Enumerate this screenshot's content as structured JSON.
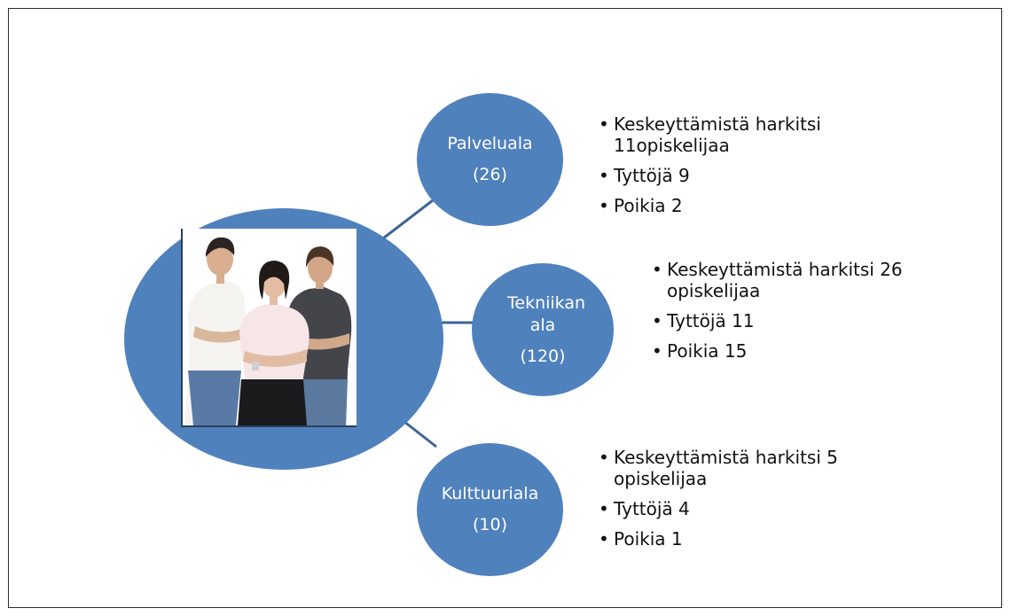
{
  "colors": {
    "ellipse_fill": "#4f81bd",
    "connector": "#3c6494",
    "text_on_ellipse": "#ffffff"
  },
  "center": {
    "image": "group-of-three-students-photo"
  },
  "branches": [
    {
      "name": "Palveluala",
      "count": "(26)",
      "bullets": [
        "Keskeyttämistä harkitsi 11opiskelijaa",
        "Tyttöjä 9",
        "Poikia 2"
      ]
    },
    {
      "name": "Tekniikan ala",
      "count": "(120)",
      "bullets": [
        "Keskeyttämistä harkitsi 26 opiskelijaa",
        "Tyttöjä 11",
        "Poikia 15"
      ]
    },
    {
      "name": "Kulttuuriala",
      "count": "(10)",
      "bullets": [
        "Keskeyttämistä harkitsi 5 opiskelijaa",
        "Tyttöjä 4",
        "Poikia 1"
      ]
    }
  ]
}
